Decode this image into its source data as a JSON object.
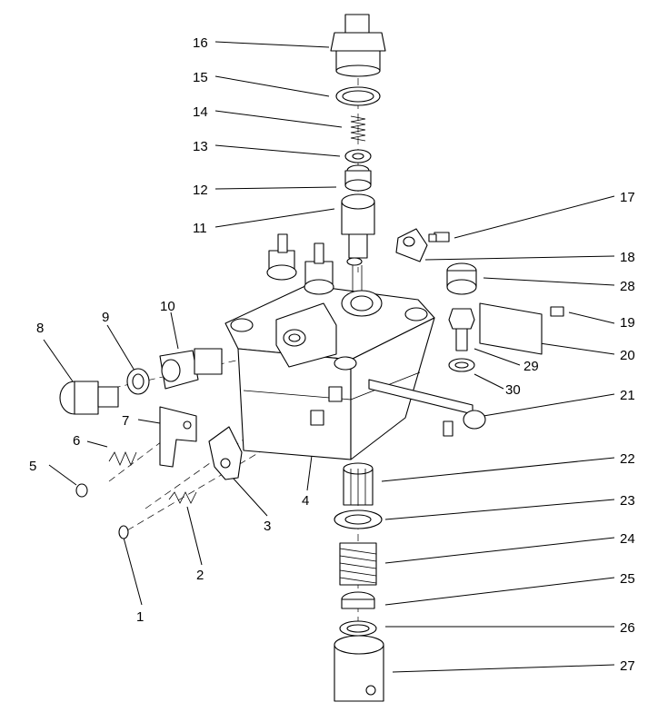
{
  "diagram": {
    "callouts": [
      {
        "id": "c1",
        "label": "1"
      },
      {
        "id": "c2",
        "label": "2"
      },
      {
        "id": "c3",
        "label": "3"
      },
      {
        "id": "c4",
        "label": "4"
      },
      {
        "id": "c5",
        "label": "5"
      },
      {
        "id": "c6",
        "label": "6"
      },
      {
        "id": "c7",
        "label": "7"
      },
      {
        "id": "c8",
        "label": "8"
      },
      {
        "id": "c9",
        "label": "9"
      },
      {
        "id": "c10",
        "label": "10"
      },
      {
        "id": "c11",
        "label": "11"
      },
      {
        "id": "c12",
        "label": "12"
      },
      {
        "id": "c13",
        "label": "13"
      },
      {
        "id": "c14",
        "label": "14"
      },
      {
        "id": "c15",
        "label": "15"
      },
      {
        "id": "c16",
        "label": "16"
      },
      {
        "id": "c17",
        "label": "17"
      },
      {
        "id": "c18",
        "label": "18"
      },
      {
        "id": "c19",
        "label": "19"
      },
      {
        "id": "c20",
        "label": "20"
      },
      {
        "id": "c21",
        "label": "21"
      },
      {
        "id": "c22",
        "label": "22"
      },
      {
        "id": "c23",
        "label": "23"
      },
      {
        "id": "c24",
        "label": "24"
      },
      {
        "id": "c25",
        "label": "25"
      },
      {
        "id": "c26",
        "label": "26"
      },
      {
        "id": "c27",
        "label": "27"
      },
      {
        "id": "c28",
        "label": "28"
      },
      {
        "id": "c29",
        "label": "29"
      },
      {
        "id": "c30",
        "label": "30"
      }
    ]
  }
}
